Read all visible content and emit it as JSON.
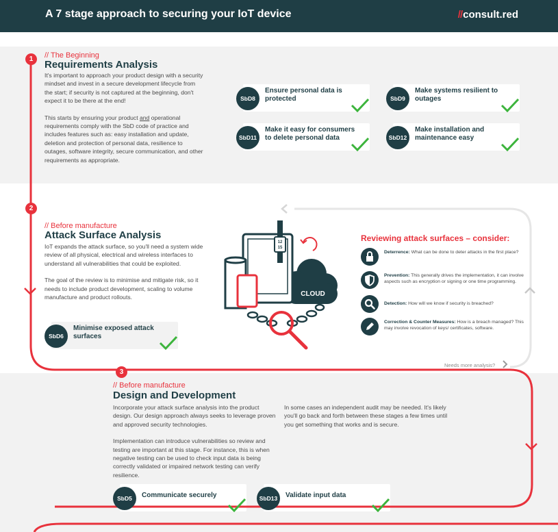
{
  "header": {
    "title": "A 7 stage approach to securing your IoT device",
    "logo_slashes": "//",
    "logo_text": "consult.red"
  },
  "stages": {
    "s1": {
      "number": "1",
      "kicker": "// The Beginning",
      "title": "Requirements Analysis",
      "para1": "It's important to approach your product design with a security mindset and invest in a secure development lifecycle from the start; if security is not captured at the beginning, don't expect it to be there at the end!",
      "para2_a": "This starts by ensuring your product ",
      "para2_u": "and",
      "para2_b": " operational requirements comply with the SbD code of practice and includes features such as: easy installation and update, deletion and protection of personal data, resilience to outages, software integrity, secure communication, and other requirements as appropriate.",
      "cards": [
        {
          "code": "SbD8",
          "line1": "Ensure personal data is",
          "line2": "protected"
        },
        {
          "code": "SbD9",
          "line1": "Make systems resilient to",
          "line2": "outages"
        },
        {
          "code": "SbD11",
          "line1": "Make it easy for consumers",
          "line2": "to delete personal data"
        },
        {
          "code": "SbD12",
          "line1": "Make installation and",
          "line2": "maintenance easy"
        }
      ]
    },
    "s2": {
      "number": "2",
      "kicker": "// Before manufacture",
      "title": "Attack Surface Analysis",
      "para1": "IoT expands the attack surface, so you'll need a system wide review of all physical, electrical and wireless interfaces to understand all vulnerabilities that could be exploited.",
      "para2": "The goal of the review is to minimise and mitigate risk, so it needs to include product development, scaling to volume manufacture and product rollouts.",
      "card": {
        "code": "SbD6",
        "line1": "Minimise exposed attack",
        "line2": "surfaces"
      },
      "cloud_label": "CLOUD",
      "watch_line1": "12",
      "watch_line2": "15",
      "consider_title": "Reviewing attack surfaces – consider:",
      "consider": [
        {
          "icon": "lock-icon",
          "bold": "Deterrence:",
          "text": " What can be done to deter attacks in the first place?"
        },
        {
          "icon": "shield-icon",
          "bold": "Prevention:",
          "text": " This generally drives the implementation, it can involve aspects such as encryption or signing or one time programming."
        },
        {
          "icon": "magnifier-icon",
          "bold": "Detection:",
          "text": " How will we know if security is breached?"
        },
        {
          "icon": "pencil-icon",
          "bold": "Correction & Counter Measures:",
          "text": " How is a breach managed? This may involve revocation of keys/ certificates, software."
        }
      ],
      "more_link": "Needs more analysis?"
    },
    "s3": {
      "number": "3",
      "kicker": "// Before manufacture",
      "title": "Design and Development",
      "para1": "Incorporate your attack surface analysis into the product design. Our design approach always seeks to leverage proven and approved security technologies.",
      "para2": "Implementation can introduce vulnerabilities so review and testing are important at this stage. For instance, this is when negative testing can be used to check input data is being correctly validated or impaired network testing can verify resilience.",
      "para3": "In some cases an independent audit may be needed. It's likely you'll go back and forth between these stages a few times until you get something that works and is secure.",
      "cards": [
        {
          "code": "SbD5",
          "line1": "Communicate securely",
          "line2": ""
        },
        {
          "code": "SbD13",
          "line1": "Validate input data",
          "line2": ""
        }
      ]
    }
  },
  "colors": {
    "accent": "#e8323c",
    "dark": "#1f3e45",
    "check": "#3cb43c",
    "panel": "#f2f2f2"
  }
}
